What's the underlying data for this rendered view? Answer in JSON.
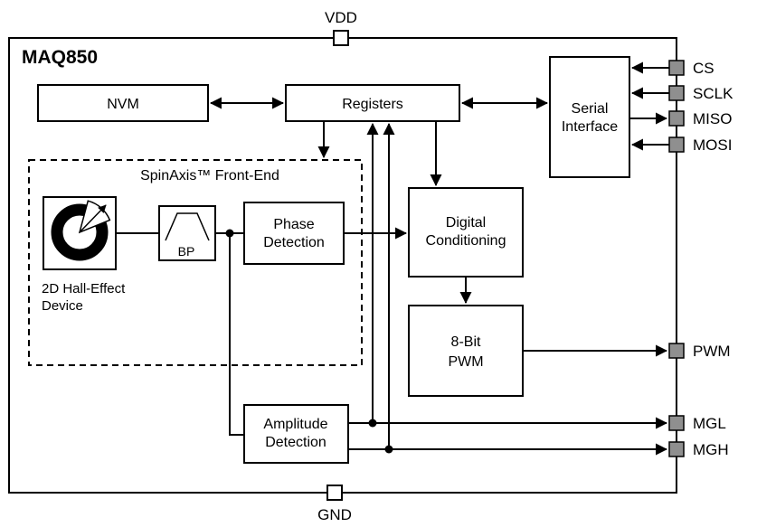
{
  "title": "MAQ850",
  "blocks": {
    "nvm": {
      "label": "NVM"
    },
    "registers": {
      "label": "Registers"
    },
    "serial_interface": {
      "label": [
        "Serial",
        "Interface"
      ]
    },
    "spinaxis": {
      "label": "SpinAxis™ Front-End"
    },
    "hall": {
      "label": [
        "2D Hall-Effect",
        "Device"
      ]
    },
    "bp": {
      "label": "BP"
    },
    "phase_detection": {
      "label": [
        "Phase",
        "Detection"
      ]
    },
    "digital_conditioning": {
      "label": [
        "Digital",
        "Conditioning"
      ]
    },
    "pwm8": {
      "label": [
        "8-Bit",
        "PWM"
      ]
    },
    "amplitude_detection": {
      "label": [
        "Amplitude",
        "Detection"
      ]
    }
  },
  "pins": {
    "vdd": "VDD",
    "gnd": "GND",
    "cs": "CS",
    "sclk": "SCLK",
    "miso": "MISO",
    "mosi": "MOSI",
    "pwm": "PWM",
    "mgl": "MGL",
    "mgh": "MGH"
  },
  "colors": {
    "line": "#000000",
    "pin_fill": "#8f8f8f",
    "background": "#ffffff"
  }
}
